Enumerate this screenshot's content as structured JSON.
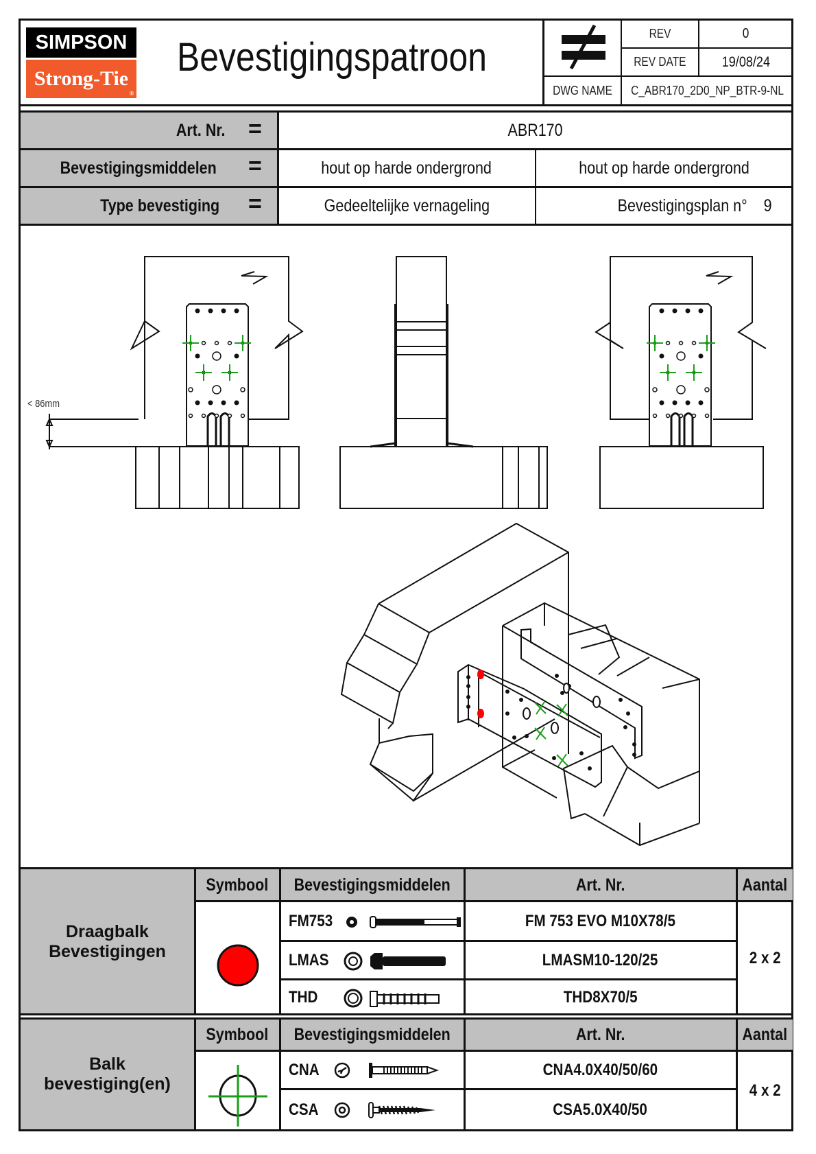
{
  "header": {
    "logo_top": "SIMPSON",
    "logo_bottom": "Strong-Tie",
    "logo_registered": "®",
    "title": "Bevestigingspatroon",
    "symbol_icon": "not-equal-icon",
    "rev_label": "REV",
    "rev_value": "0",
    "rev_date_label": "REV DATE",
    "rev_date_value": "19/08/24",
    "dwg_name_label": "DWG NAME",
    "dwg_name_value": "C_ABR170_2D0_NP_BTR-9-NL"
  },
  "info": {
    "rows": [
      {
        "label": "Art. Nr.",
        "eq": "=",
        "values": [
          "ABR170"
        ]
      },
      {
        "label": "Bevestigingsmiddelen",
        "eq": "=",
        "values": [
          "hout op harde ondergrond",
          "hout op harde ondergrond"
        ]
      },
      {
        "label": "Type bevestiging",
        "eq": "=",
        "values": [
          "Gedeeltelijke vernageling",
          "Bevestigingsplan n°"
        ],
        "plan_number": "9"
      }
    ]
  },
  "drawing": {
    "dimension_label": "< 86mm",
    "colors": {
      "primary_fastener": "#ff0000",
      "secondary_fastener": "#1a9e1a",
      "line": "#111111"
    }
  },
  "table1": {
    "group_label_line1": "Draagbalk",
    "group_label_line2": "Bevestigingen",
    "headers": {
      "symbol": "Symbool",
      "fastener": "Bevestigingsmiddelen",
      "art": "Art. Nr.",
      "qty": "Aantal"
    },
    "symbol_icon": "red-circle-icon",
    "rows": [
      {
        "fastener": "FM753",
        "icon": "anchor-bolt-icon",
        "art": "FM 753 EVO M10X78/5"
      },
      {
        "fastener": "LMAS",
        "icon": "anchor-screw-icon",
        "art": "LMASM10-120/25"
      },
      {
        "fastener": "THD",
        "icon": "concrete-screw-icon",
        "art": "THD8X70/5"
      }
    ],
    "qty": "2 x 2"
  },
  "table2": {
    "group_label_line1": "Balk",
    "group_label_line2": "bevestiging(en)",
    "headers": {
      "symbol": "Symbool",
      "fastener": "Bevestigingsmiddelen",
      "art": "Art. Nr.",
      "qty": "Aantal"
    },
    "symbol_icon": "green-crosshair-icon",
    "rows": [
      {
        "fastener": "CNA",
        "icon": "ring-nail-icon",
        "art": "CNA4.0X40/50/60"
      },
      {
        "fastener": "CSA",
        "icon": "wood-screw-icon",
        "art": "CSA5.0X40/50"
      }
    ],
    "qty": "4 x 2"
  }
}
